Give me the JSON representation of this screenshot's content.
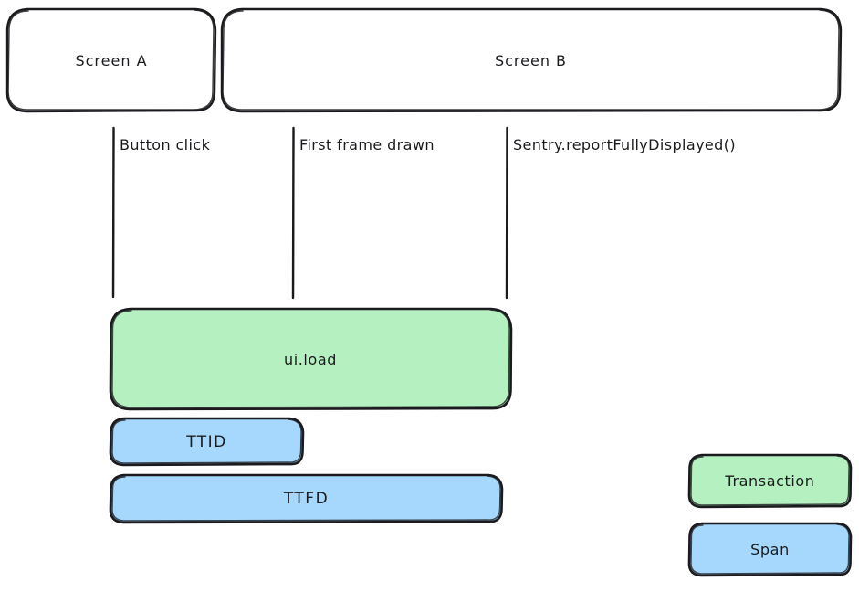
{
  "diagram": {
    "title": "Mobile screen load timeline",
    "style": "hand-drawn",
    "background": "#ffffff",
    "stroke_color": "#1b1b1f",
    "colors": {
      "transaction_fill": "#b5f0c0",
      "span_fill": "#a5d8fc",
      "stroke": "#1b1b1f"
    }
  },
  "screens": [
    {
      "id": "screen-a",
      "label": "Screen A"
    },
    {
      "id": "screen-b",
      "label": "Screen B"
    }
  ],
  "markers": [
    {
      "id": "button-click",
      "label": "Button click"
    },
    {
      "id": "first-frame-drawn",
      "label": "First frame drawn"
    },
    {
      "id": "report-fully-displayed",
      "label": "Sentry.reportFullyDisplayed()"
    }
  ],
  "bars": [
    {
      "id": "ui-load",
      "label": "ui.load",
      "kind": "Transaction",
      "fill": "#b5f0c0"
    },
    {
      "id": "ttid",
      "label": "TTID",
      "kind": "Span",
      "fill": "#a5d8fc"
    },
    {
      "id": "ttfd",
      "label": "TTFD",
      "kind": "Span",
      "fill": "#a5d8fc"
    }
  ],
  "legend": [
    {
      "id": "legend-transaction",
      "label": "Transaction",
      "fill": "#b5f0c0"
    },
    {
      "id": "legend-span",
      "label": "Span",
      "fill": "#a5d8fc"
    }
  ]
}
